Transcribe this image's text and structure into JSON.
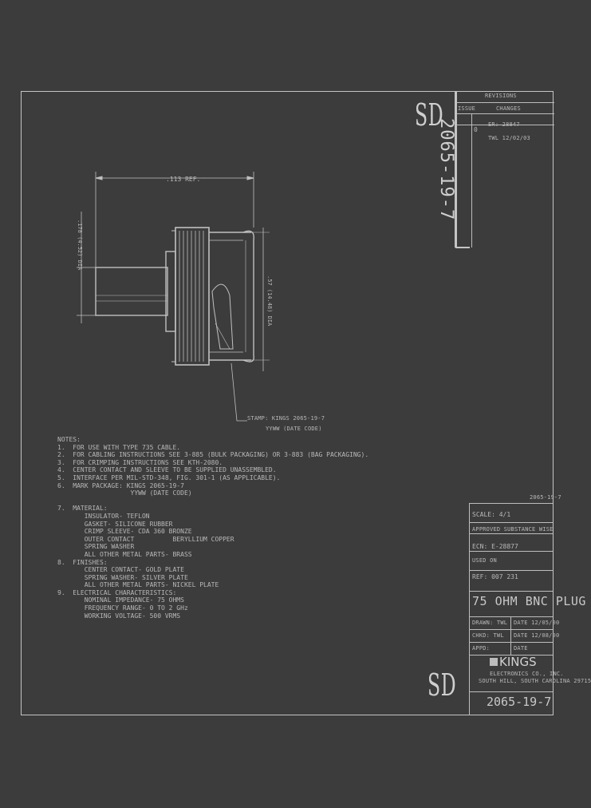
{
  "logo_top": "SD",
  "revisions": {
    "header": "REVISIONS",
    "col_a": "ISSUE",
    "col_b": "CHANGES",
    "issue": "0",
    "change_line1": "ER: 28847",
    "change_line2": "TWL  12/02/03"
  },
  "vertical_dwg_no": "2065-19-7",
  "dimensions": {
    "length": ".113 REF.",
    "left_dia": ".178 (4.52) DIA",
    "right_dia": ".57 (14.48) DIA"
  },
  "stamp": {
    "line1": "STAMP: KINGS 2065-19-7",
    "line2": "YYWW (DATE CODE)"
  },
  "notes": {
    "title": "NOTES:",
    "lines": [
      "1.  FOR USE WITH TYPE 735 CABLE.",
      "2.  FOR CABLING INSTRUCTIONS SEE 3-885 (BULK PACKAGING) OR 3-883 (BAG PACKAGING).",
      "3.  FOR CRIMPING INSTRUCTIONS SEE KTH-2080.",
      "4.  CENTER CONTACT AND SLEEVE TO BE SUPPLIED UNASSEMBLED.",
      "5.  INTERFACE PER MIL-STD-348, FIG. 301-1 (AS APPLICABLE).",
      "6.  MARK PACKAGE: KINGS 2065-19-7",
      "                   YYWW (DATE CODE)",
      "",
      "7.  MATERIAL:",
      "       INSULATOR- TEFLON",
      "       GASKET- SILICONE RUBBER",
      "       CRIMP SLEEVE- CDA 360 BRONZE",
      "       OUTER CONTACT          BERYLLIUM COPPER",
      "       SPRING WASHER",
      "       ALL OTHER METAL PARTS- BRASS",
      "8.  FINISHES:",
      "       CENTER CONTACT- GOLD PLATE",
      "       SPRING WASHER- SILVER PLATE",
      "       ALL OTHER METAL PARTS- NICKEL PLATE",
      "9.  ELECTRICAL CHARACTERISTICS:",
      "       NOMINAL IMPEDANCE- 75 OHMS",
      "       FREQUENCY RANGE- 0 TO 2 GHz",
      "       WORKING VOLTAGE- 500 VRMS"
    ]
  },
  "title_block": {
    "ref": "2065-19-7",
    "scale": "SCALE:  4/1",
    "approval": "APPROVED SUBSTANCE WISE",
    "ecn": "ECN: E-28877",
    "used_on": "USED ON",
    "rev": "REF:  007 231",
    "title": "75 OHM BNC PLUG",
    "drawn_label": "DRAWN:  TWL",
    "drawn_date": "DATE  12/05/00",
    "checked_label": "CHKD:  TWL",
    "checked_date": "DATE  12/08/00",
    "appd_label": "APPD:",
    "appd_date": "DATE",
    "company": "KINGS",
    "company_sub1": "ELECTRONICS CO., INC.",
    "company_sub2": "SOUTH HILL, SOUTH CAROLINA 29715",
    "logo_bottom": "SD",
    "dwg_no": "2065-19-7"
  }
}
